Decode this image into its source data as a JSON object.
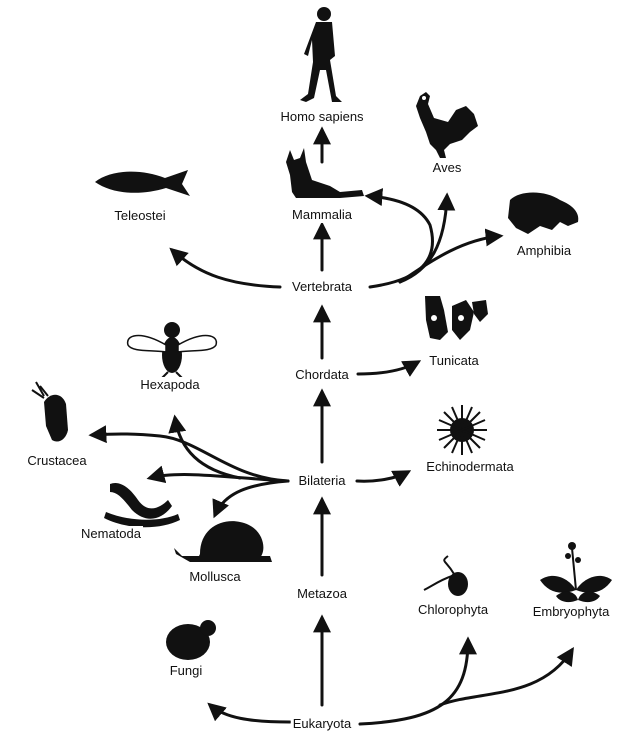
{
  "colors": {
    "ink": "#111111",
    "background": "#ffffff"
  },
  "nodes": {
    "eukaryota": "Eukaryota",
    "fungi": "Fungi",
    "metazoa": "Metazoa",
    "chlorophyta": "Chlorophyta",
    "embryophyta": "Embryophyta",
    "bilateria": "Bilateria",
    "mollusca": "Mollusca",
    "nematoda": "Nematoda",
    "crustacea": "Crustacea",
    "hexapoda": "Hexapoda",
    "echinodermata": "Echinodermata",
    "chordata": "Chordata",
    "tunicata": "Tunicata",
    "vertebrata": "Vertebrata",
    "teleostei": "Teleostei",
    "mammalia": "Mammalia",
    "homo_sapiens": "Homo sapiens",
    "aves": "Aves",
    "amphibia": "Amphibia"
  },
  "icons": [
    "human-silhouette",
    "cat-silhouette",
    "rooster-silhouette",
    "fish-silhouette",
    "frog-silhouette",
    "fly-silhouette",
    "tunicate-silhouette",
    "crustacean-silhouette",
    "sea-urchin-silhouette",
    "worm-silhouette",
    "snail-silhouette",
    "alga-silhouette",
    "plant-silhouette",
    "fungus-silhouette"
  ]
}
